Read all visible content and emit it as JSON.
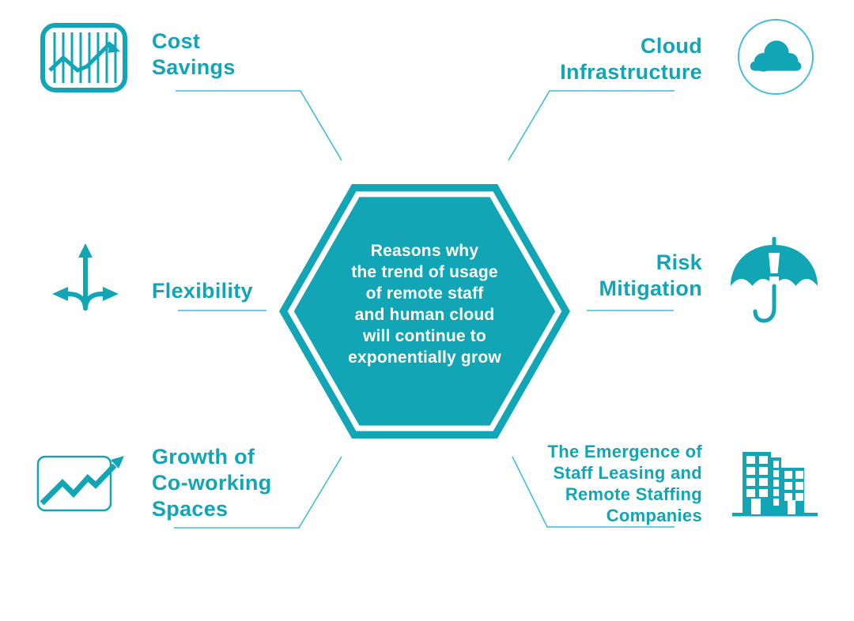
{
  "colors": {
    "teal": "#12A5B5",
    "line": "#3FBCD9",
    "white": "#FFFFFF"
  },
  "center": {
    "lines": [
      "Reasons why",
      "the trend of usage",
      "of remote staff",
      "and human cloud",
      "will continue to",
      "exponentially grow"
    ]
  },
  "items": [
    {
      "label": "Cost Savings",
      "lines": [
        "Cost",
        "Savings"
      ],
      "icon": "bar-chart-icon",
      "position": "top-left"
    },
    {
      "label": "Cloud Infrastructure",
      "lines": [
        "Cloud",
        "Infrastructure"
      ],
      "icon": "cloud-icon",
      "position": "top-right"
    },
    {
      "label": "Flexibility",
      "lines": [
        "Flexibility"
      ],
      "icon": "branching-arrows-icon",
      "position": "middle-left"
    },
    {
      "label": "Risk Mitigation",
      "lines": [
        "Risk",
        "Mitigation"
      ],
      "icon": "umbrella-icon",
      "position": "middle-right"
    },
    {
      "label": "Growth of Co-working Spaces",
      "lines": [
        "Growth of",
        "Co-working",
        "Spaces"
      ],
      "icon": "growth-chart-icon",
      "position": "bottom-left"
    },
    {
      "label": "The Emergence of Staff Leasing and Remote Staffing Companies",
      "lines": [
        "The Emergence of",
        "Staff Leasing and",
        "Remote Staffing",
        "Companies"
      ],
      "icon": "buildings-icon",
      "position": "bottom-right"
    }
  ]
}
